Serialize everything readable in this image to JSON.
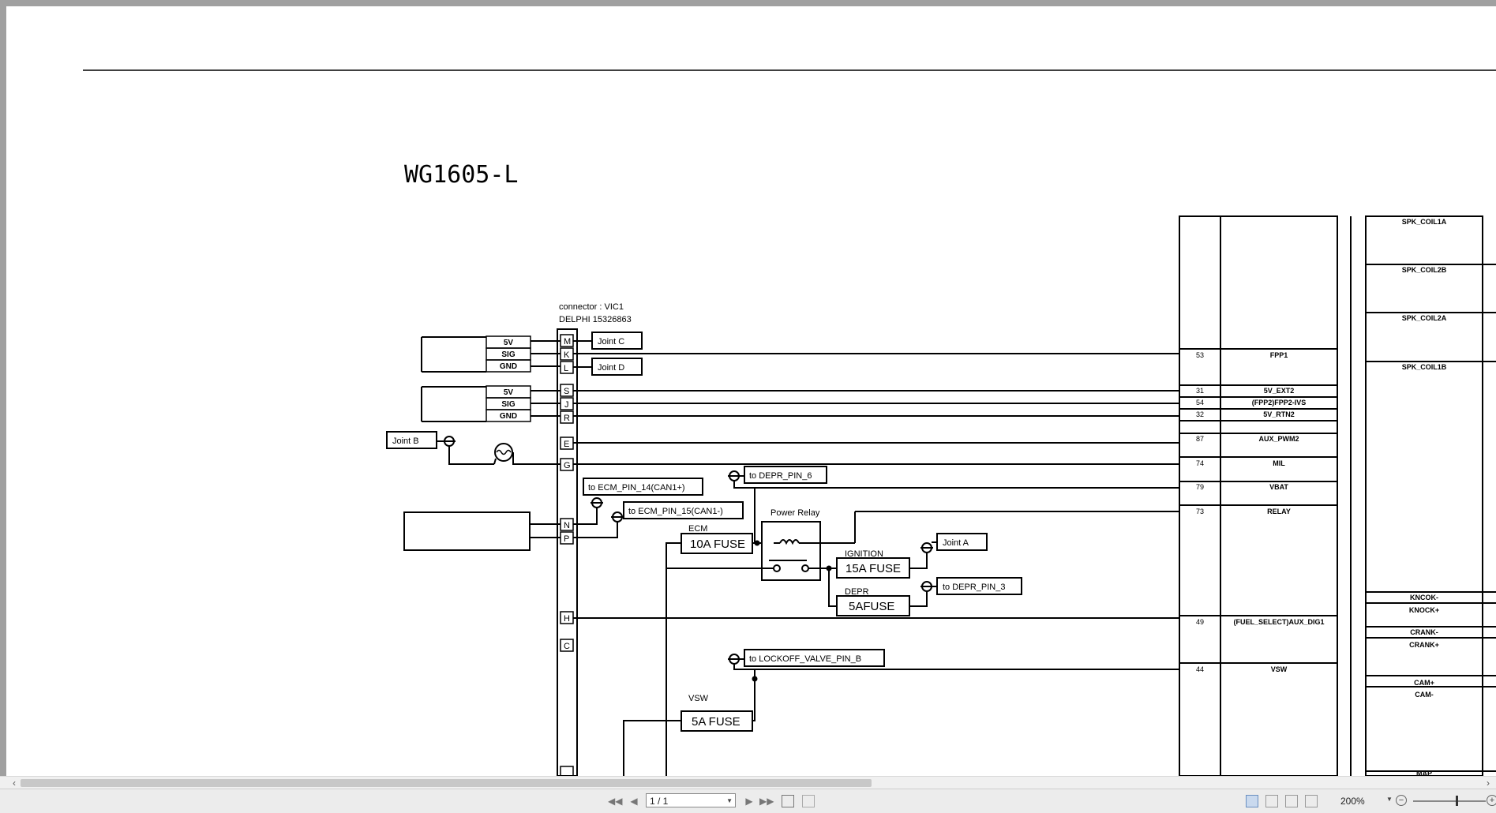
{
  "document": {
    "title": "WG1605-L",
    "connector": {
      "name_label": "connector : VIC1",
      "part_label": "DELPHI  15326863",
      "pins": [
        "M",
        "K",
        "L",
        "S",
        "J",
        "R",
        "E",
        "G",
        "N",
        "P",
        "H",
        "C"
      ]
    },
    "sensor_labels": [
      "5V",
      "SIG",
      "GND",
      "5V",
      "SIG",
      "GND"
    ],
    "joints": {
      "joint_c": "Joint C",
      "joint_d": "Joint D",
      "joint_b": "Joint B",
      "joint_a": "Joint A"
    },
    "targets": {
      "depr_pin_6": "to DEPR_PIN_6",
      "ecm_pin_14": "to ECM_PIN_14(CAN1+)",
      "ecm_pin_15": "to ECM_PIN_15(CAN1-)",
      "depr_pin_3": "to DEPR_PIN_3",
      "lockoff": "to LOCKOFF_VALVE_PIN_B"
    },
    "relay_label": "Power Relay",
    "fuses": [
      {
        "caption": "ECM",
        "value": "10A FUSE"
      },
      {
        "caption": "IGNITION",
        "value": "15A FUSE"
      },
      {
        "caption": "DEPR",
        "value": "5AFUSE"
      },
      {
        "caption": "VSW",
        "value": "5A FUSE"
      }
    ],
    "ecm_pins": [
      {
        "num": "53",
        "name": "FPP1"
      },
      {
        "num": "31",
        "name": "5V_EXT2"
      },
      {
        "num": "54",
        "name": "(FPP2)FPP2-IVS"
      },
      {
        "num": "32",
        "name": "5V_RTN2"
      },
      {
        "num": "87",
        "name": "AUX_PWM2"
      },
      {
        "num": "74",
        "name": "MIL"
      },
      {
        "num": "79",
        "name": "VBAT"
      },
      {
        "num": "73",
        "name": "RELAY"
      },
      {
        "num": "49",
        "name": "(FUEL_SELECT)AUX_DIG1"
      },
      {
        "num": "44",
        "name": "VSW"
      }
    ],
    "right_signals": [
      "SPK_COIL1A",
      "SPK_COIL2B",
      "SPK_COIL2A",
      "SPK_COIL1B",
      "KNCOK-",
      "KNOCK+",
      "CRANK-",
      "CRANK+",
      "CAM+",
      "CAM-",
      "MAP"
    ]
  },
  "viewer": {
    "page_indicator": "1 / 1",
    "zoom": "200%"
  }
}
